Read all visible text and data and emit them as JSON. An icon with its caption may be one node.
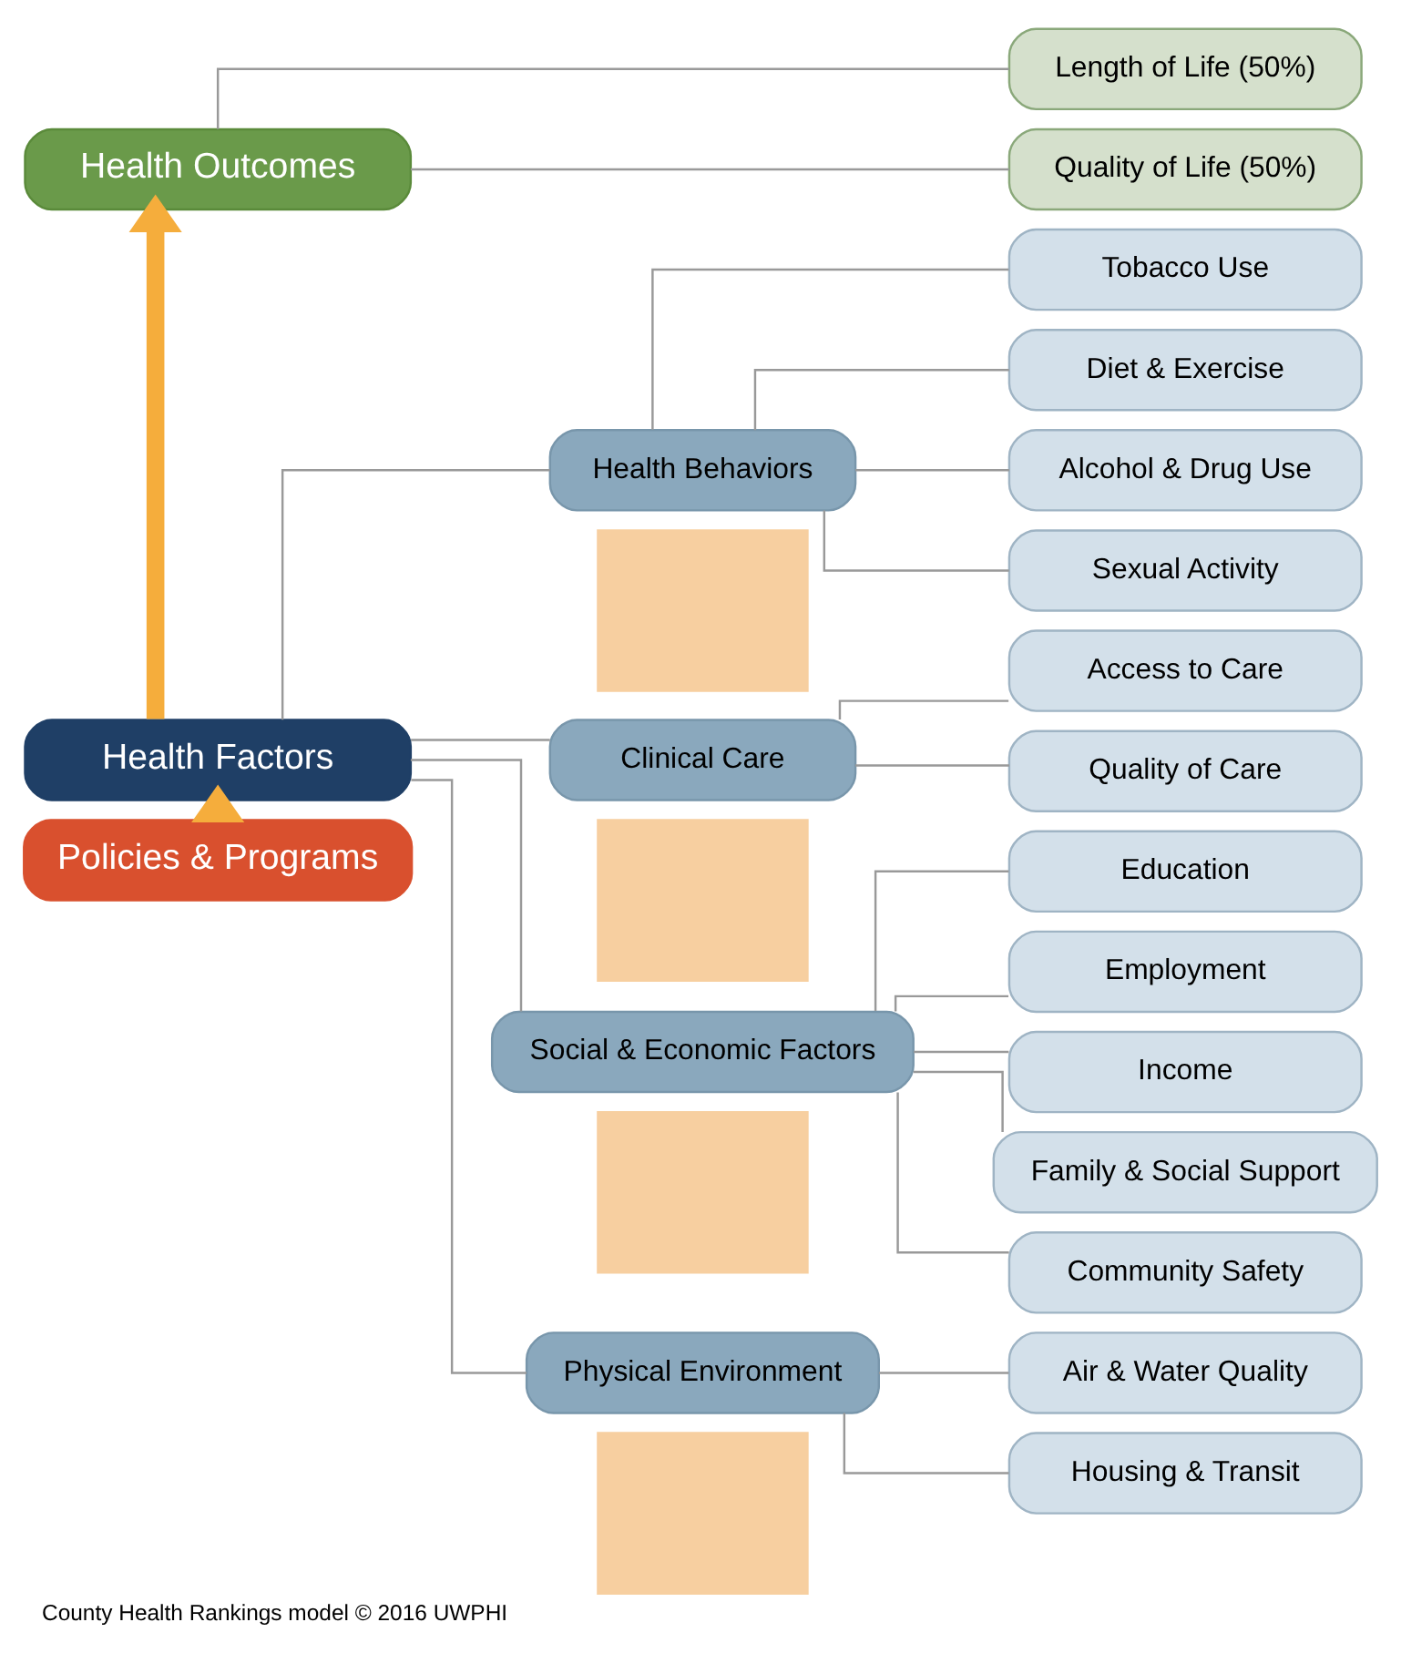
{
  "diagram": {
    "caption": "County Health Rankings model © 2016 UWPHI",
    "nodes": [
      {
        "text": [
          "Health Outcomes"
        ]
      },
      {
        "text": [
          "Length of Life (50%)"
        ]
      },
      {
        "text": [
          "Quality of Life (50%)"
        ]
      },
      {
        "text": [
          "Health Factors"
        ]
      },
      {
        "text": [
          "Policies & Programs"
        ]
      },
      {
        "text": [
          "Health Behaviors"
        ]
      },
      {
        "text": [],
        "shape": "box"
      },
      {
        "text": [
          "Tobacco Use"
        ]
      },
      {
        "text": [
          "Diet & Exercise"
        ]
      },
      {
        "text": [
          "Alcohol & Drug Use"
        ]
      },
      {
        "text": [
          "Sexual Activity"
        ]
      },
      {
        "text": [
          "Clinical Care"
        ]
      },
      {
        "text": [],
        "shape": "box"
      },
      {
        "text": [
          "Access to Care"
        ]
      },
      {
        "text": [
          "Quality of Care"
        ]
      },
      {
        "text": [
          "Social & Economic Factors"
        ]
      },
      {
        "text": [],
        "shape": "box"
      },
      {
        "text": [
          "Education"
        ]
      },
      {
        "text": [
          "Employment"
        ]
      },
      {
        "text": [
          "Income"
        ]
      },
      {
        "text": [
          "Family & Social Support"
        ]
      },
      {
        "text": [
          "Community Safety"
        ]
      },
      {
        "text": [
          "Physical Environment"
        ]
      },
      {
        "text": [],
        "shape": "box"
      },
      {
        "text": [
          "Air & Water Quality"
        ]
      },
      {
        "text": [
          "Housing & Transit"
        ]
      }
    ],
    "edges": [
      {
        "from": 0,
        "to": 1,
        "arrow": "none"
      },
      {
        "from": 0,
        "to": 2,
        "arrow": "none"
      },
      {
        "from": 3,
        "to": 0,
        "arrow": "to",
        "style": "thick",
        "color": "#f5ad3c"
      },
      {
        "from": 4,
        "to": 3,
        "arrow": "to",
        "style": "thick",
        "color": "#f5ad3c"
      },
      {
        "from": 3,
        "to": 5,
        "arrow": "none"
      },
      {
        "from": 3,
        "to": 11,
        "arrow": "none"
      },
      {
        "from": 3,
        "to": 15,
        "arrow": "none"
      },
      {
        "from": 3,
        "to": 22,
        "arrow": "none"
      },
      {
        "from": 5,
        "to": 7,
        "arrow": "none"
      },
      {
        "from": 5,
        "to": 8,
        "arrow": "none"
      },
      {
        "from": 5,
        "to": 9,
        "arrow": "none"
      },
      {
        "from": 5,
        "to": 10,
        "arrow": "none"
      },
      {
        "from": 11,
        "to": 13,
        "arrow": "none"
      },
      {
        "from": 11,
        "to": 14,
        "arrow": "none"
      },
      {
        "from": 15,
        "to": 17,
        "arrow": "none"
      },
      {
        "from": 15,
        "to": 18,
        "arrow": "none"
      },
      {
        "from": 15,
        "to": 19,
        "arrow": "none"
      },
      {
        "from": 15,
        "to": 20,
        "arrow": "none"
      },
      {
        "from": 15,
        "to": 21,
        "arrow": "none"
      },
      {
        "from": 22,
        "to": 24,
        "arrow": "none"
      },
      {
        "from": 22,
        "to": 25,
        "arrow": "none"
      }
    ]
  }
}
